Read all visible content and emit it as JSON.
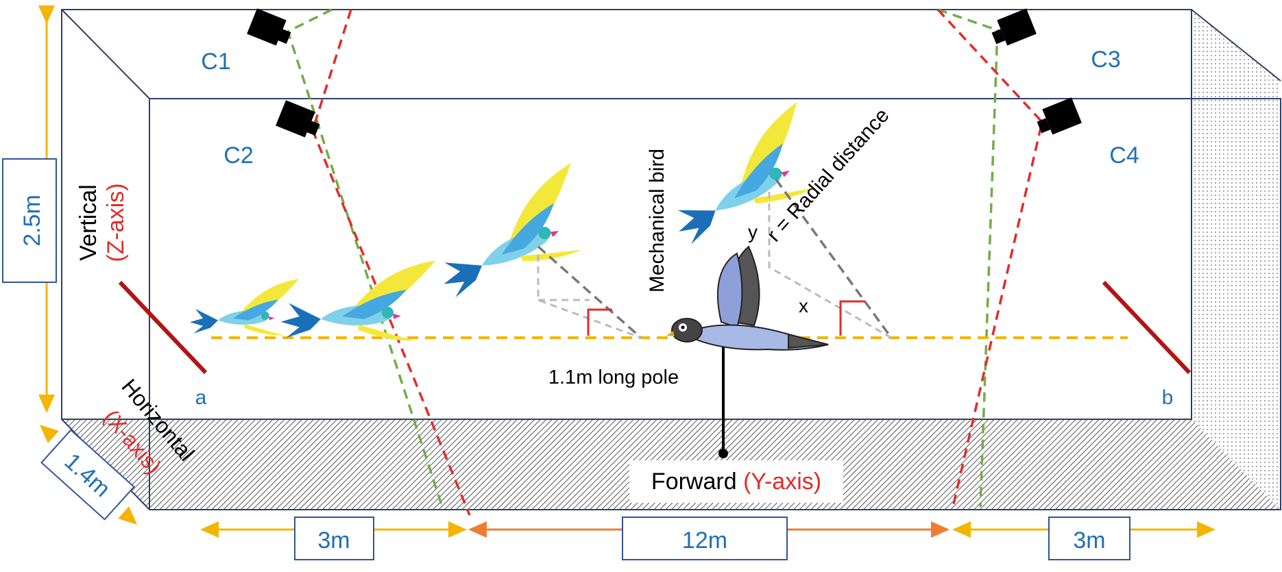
{
  "cameras": {
    "c1": "C1",
    "c2": "C2",
    "c3": "C3",
    "c4": "C4"
  },
  "axes": {
    "vertical": "Vertical",
    "vertical_axis": "(Z-axis)",
    "horizontal": "Horizontal",
    "horizontal_axis": "(X-axis)",
    "forward": "Forward",
    "forward_axis": "(Y-axis)"
  },
  "dimensions": {
    "height": "2.5m",
    "width": "1.4m",
    "left_segment": "3m",
    "middle_segment": "12m",
    "right_segment": "3m"
  },
  "labels": {
    "mechanical_bird": "Mechanical bird",
    "radial_distance": "r = Radial distance",
    "y": "y",
    "x": "x",
    "pole": "1.1m long pole",
    "point_a": "a",
    "point_b": "b"
  },
  "colors": {
    "text_blue": "#1f6fb5",
    "axis_red": "#e32b2b",
    "dimension_orange": "#f5b400",
    "middle_orange": "#ef7d31",
    "green_dash": "#70ad47",
    "red_dash": "#e32b2b",
    "flight_path": "#f5b400"
  }
}
